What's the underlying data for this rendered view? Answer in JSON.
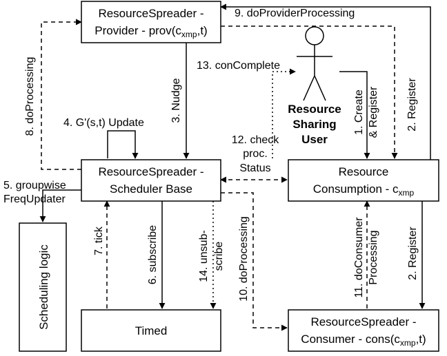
{
  "boxes": {
    "provider": {
      "line1": "ResourceSpreader -",
      "line2_prefix": "Provider - prov(c",
      "sub": "xmp",
      "line2_suffix": ",t)"
    },
    "scheduler": {
      "line1": "ResourceSpreader -",
      "line2": "Scheduler Base"
    },
    "consumption": {
      "line1": "Resource",
      "line2_prefix": "Consumption - c",
      "sub": "xmp"
    },
    "consumer": {
      "line1": "ResourceSpreader -",
      "line2_prefix": "Consumer - cons(c",
      "sub": "xmp",
      "line2_suffix": ",t)"
    },
    "timed": {
      "label": "Timed"
    },
    "scheduling_logic": {
      "label": "Scheduling logic"
    }
  },
  "actor": {
    "line1": "Resource",
    "line2": "Sharing",
    "line3": "User"
  },
  "edges": {
    "do_provider_processing": "9. doProviderProcessing",
    "do_processing_8": "8. doProcessing",
    "nudge": "3. Nudge",
    "con_complete": "13. conComplete",
    "g_update": "4. G'(s,t) Update",
    "create_register_1": "1. Create",
    "create_register_2": "& Register",
    "register_top": "2. Register",
    "check_status_1": "12. check",
    "check_status_2": "proc.",
    "check_status_3": "Status",
    "groupwise_1": "5. groupwise",
    "groupwise_2": "FreqUpdater",
    "tick": "7. tick",
    "subscribe": "6. subscribe",
    "unsubscribe_1": "14. unsub-",
    "unsubscribe_2": "scribe",
    "do_processing_10": "10. doProcessing",
    "do_consumer_1": "11. doConsumer",
    "do_consumer_2": "Processing",
    "register_bottom": "2. Register"
  }
}
